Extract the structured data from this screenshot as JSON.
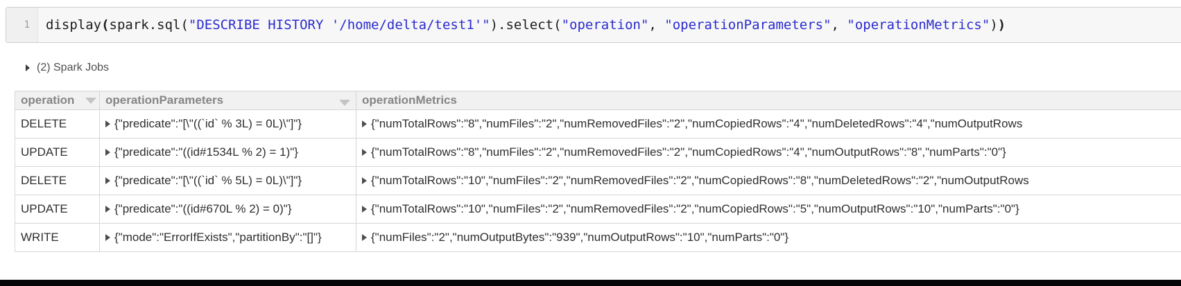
{
  "code_cell": {
    "line_number": "1",
    "tokens": {
      "t0": "display",
      "t1": "(",
      "t2": "spark.sql(",
      "t3": "\"DESCRIBE HISTORY '/home/delta/test1'\"",
      "t4": ").select(",
      "t5": "\"operation\"",
      "t6": ", ",
      "t7": "\"operationParameters\"",
      "t8": ", ",
      "t9": "\"operationMetrics\"",
      "t10": ")",
      "t11": ")"
    },
    "string_color": "#2a2ad0"
  },
  "jobs": {
    "label": "(2) Spark Jobs"
  },
  "table": {
    "headers": {
      "operation": "operation",
      "params": "operationParameters",
      "metrics": "operationMetrics"
    },
    "rows": [
      {
        "operation": "DELETE",
        "params": "{\"predicate\":\"[\\\"((`id` % 3L) = 0L)\\\"]\"}",
        "metrics": "{\"numTotalRows\":\"8\",\"numFiles\":\"2\",\"numRemovedFiles\":\"2\",\"numCopiedRows\":\"4\",\"numDeletedRows\":\"4\",\"numOutputRows"
      },
      {
        "operation": "UPDATE",
        "params": "{\"predicate\":\"((id#1534L % 2) = 1)\"}",
        "metrics": "{\"numTotalRows\":\"8\",\"numFiles\":\"2\",\"numRemovedFiles\":\"2\",\"numCopiedRows\":\"4\",\"numOutputRows\":\"8\",\"numParts\":\"0\"}"
      },
      {
        "operation": "DELETE",
        "params": "{\"predicate\":\"[\\\"((`id` % 5L) = 0L)\\\"]\"}",
        "metrics": "{\"numTotalRows\":\"10\",\"numFiles\":\"2\",\"numRemovedFiles\":\"2\",\"numCopiedRows\":\"8\",\"numDeletedRows\":\"2\",\"numOutputRows"
      },
      {
        "operation": "UPDATE",
        "params": "{\"predicate\":\"((id#670L % 2) = 0)\"}",
        "metrics": "{\"numTotalRows\":\"10\",\"numFiles\":\"2\",\"numRemovedFiles\":\"2\",\"numCopiedRows\":\"5\",\"numOutputRows\":\"10\",\"numParts\":\"0\"}"
      },
      {
        "operation": "WRITE",
        "params": "{\"mode\":\"ErrorIfExists\",\"partitionBy\":\"[]\"}",
        "metrics": "{\"numFiles\":\"2\",\"numOutputBytes\":\"939\",\"numOutputRows\":\"10\",\"numParts\":\"0\"}"
      }
    ]
  }
}
